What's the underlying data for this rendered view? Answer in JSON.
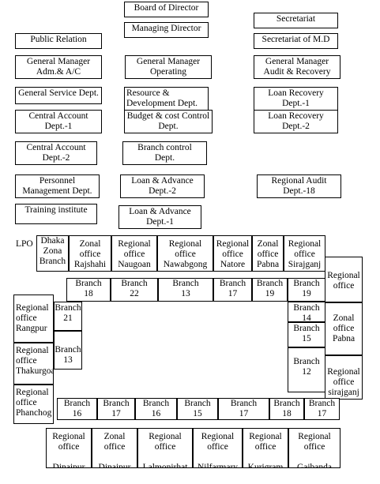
{
  "top_boxes": {
    "board": "Board of Director",
    "md": "Managing Director",
    "secretariat": "Secretariat",
    "pr": "Public Relation",
    "sec_md": "Secretariat of M.D",
    "gm_adm": "General Manager\nAdm.& A/C",
    "gm_op": "General Manager\nOperating",
    "gm_audit": "General Manager\nAudit & Recovery",
    "gsd": "General Service Dept.",
    "rdd": "Resource &\nDevelopment Dept.",
    "loan_rec1": "Loan Recovery\nDept.-1",
    "cad1": "Central Account\nDept.-1",
    "budget": "Budget & cost Control\nDept.",
    "loan_rec2": "Loan Recovery\nDept.-2",
    "cad2": "Central Account\nDept.-2",
    "branch_ctrl": "Branch control\nDept.",
    "personnel": "Personnel\nManagement Dept.",
    "loan_adv2": "Loan & Advance\nDept.-2",
    "reg_audit": "Regional Audit\nDept.-18",
    "training": "Training institute",
    "loan_adv1": "Loan & Advance\nDept.-1"
  },
  "lpo_label": "LPO",
  "row1": [
    {
      "label": "Dhaka\nZona\nBranch"
    },
    {
      "label": "Zonal\noffice\nRajshahi"
    },
    {
      "label": "Regional\noffice\nNaugoan"
    },
    {
      "label": "Regional\noffice\nNawabgong"
    },
    {
      "label": "Regional\noffice\nNatore"
    },
    {
      "label": "Zonal\noffice\nPabna"
    },
    {
      "label": "Regional\noffice\nSirajganj"
    }
  ],
  "row2": [
    {
      "top": "Branch",
      "num": "18"
    },
    {
      "top": "Branch",
      "num": "22"
    },
    {
      "top": "Branch",
      "num": "13"
    },
    {
      "top": "Branch",
      "num": "17"
    },
    {
      "top": "Branch",
      "num": "19"
    },
    {
      "top": "Branch",
      "num": "19"
    }
  ],
  "right_col": [
    {
      "label": "Regional\noffice"
    },
    {
      "label": "Zonal\noffice\nPabna"
    },
    {
      "label": "Regional\noffice\nsirajganj"
    }
  ],
  "right_inner": [
    {
      "label": "Branch\n14"
    },
    {
      "label": "Branch\n15"
    },
    {
      "label": "Branch\n12"
    }
  ],
  "left_col": [
    {
      "label": "Regional\noffice\nRangpur"
    },
    {
      "label": "Regional\noffice\nThakurgoan"
    },
    {
      "label": "Regional\noffice\nPhanchog"
    }
  ],
  "left_inner": [
    {
      "label": "Branch\n21"
    },
    {
      "label": "Branch\n13"
    }
  ],
  "row3": [
    {
      "top": "Branch",
      "num": "16"
    },
    {
      "top": "Branch",
      "num": "17"
    },
    {
      "top": "Branch",
      "num": "16"
    },
    {
      "top": "Branch",
      "num": "15"
    },
    {
      "top": "Branch",
      "num": "17"
    },
    {
      "top": "Branch",
      "num": "18"
    },
    {
      "top": "Branch",
      "num": "17"
    }
  ],
  "row4": [
    {
      "label": "Regional\noffice\n\nDinajpur"
    },
    {
      "label": "Zonal\noffice\n\nDinajpur"
    },
    {
      "label": "Regional\noffice\n\nLalmonirhat"
    },
    {
      "label": "Regional\noffice\n\nNilfarmary"
    },
    {
      "label": "Regional\noffice\n\nKurigram"
    },
    {
      "label": "Regional\noffice\n\nGaibanda"
    }
  ]
}
